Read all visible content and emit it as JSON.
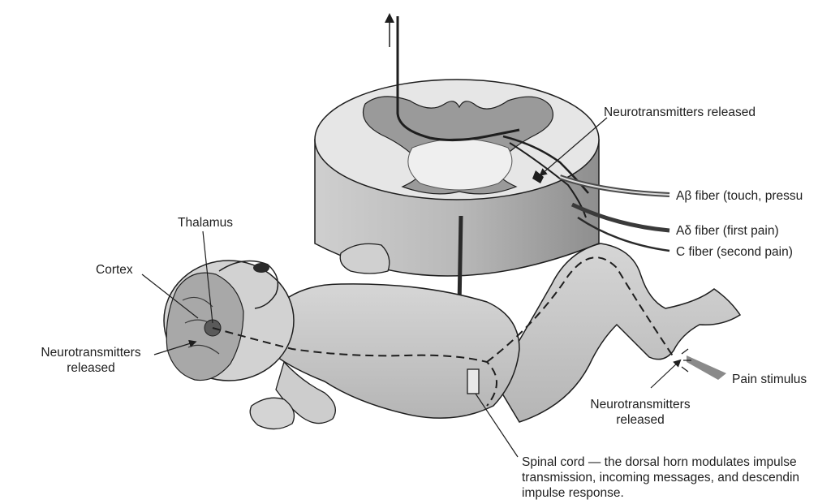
{
  "labels": {
    "nt_top": "Neurotransmitters released",
    "a_beta": "Aβ fiber (touch, pressu",
    "a_delta": "Aδ fiber (first pain)",
    "c_fiber": "C fiber (second pain)",
    "thalamus": "Thalamus",
    "cortex": "Cortex",
    "nt_left_1": "Neurotransmitters",
    "nt_left_2": "released",
    "pain_stimulus": "Pain stimulus",
    "nt_leg_1": "Neurotransmitters",
    "nt_leg_2": "released",
    "spinal_1": "Spinal cord — the dorsal horn modulates impulse",
    "spinal_2": "transmission, incoming messages, and descendin",
    "spinal_3": "impulse response."
  },
  "colors": {
    "ink": "#1e1e1e",
    "gray_matter": "#9a9a9a",
    "white_matter": "#e6e6e6",
    "body_fill": "#cfcfcf",
    "background": "#ffffff"
  }
}
